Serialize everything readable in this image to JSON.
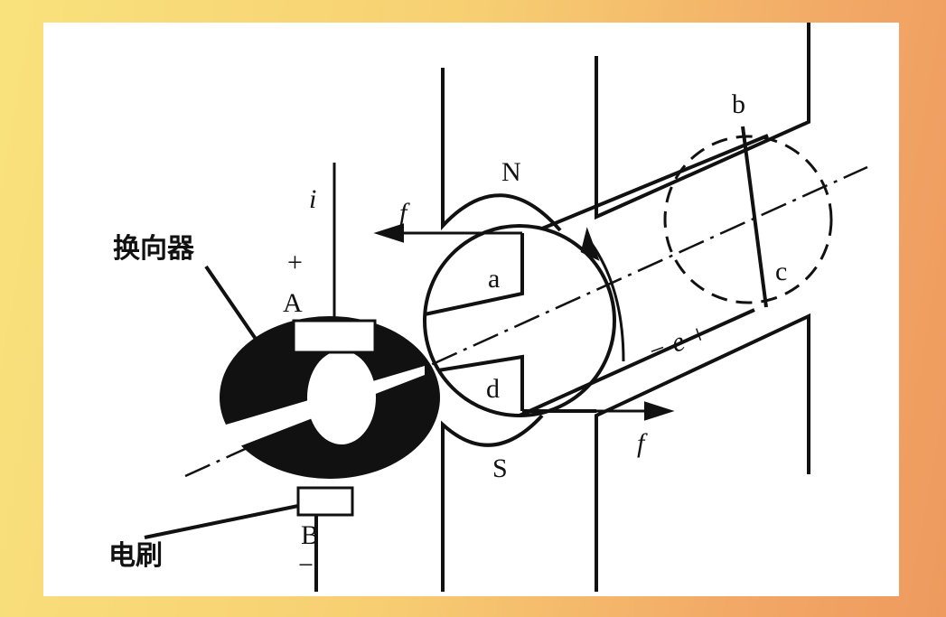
{
  "labels": {
    "commutator": "换向器",
    "brush": "电刷",
    "current": "i",
    "plus": "+",
    "brush_a": "A",
    "brush_b": "B",
    "minus": "−",
    "force_top": "f",
    "force_bottom": "f",
    "north_pole": "N",
    "south_pole": "S",
    "coil_a": "a",
    "coil_b": "b",
    "coil_c": "c",
    "coil_d": "d",
    "emf": "− e +"
  }
}
